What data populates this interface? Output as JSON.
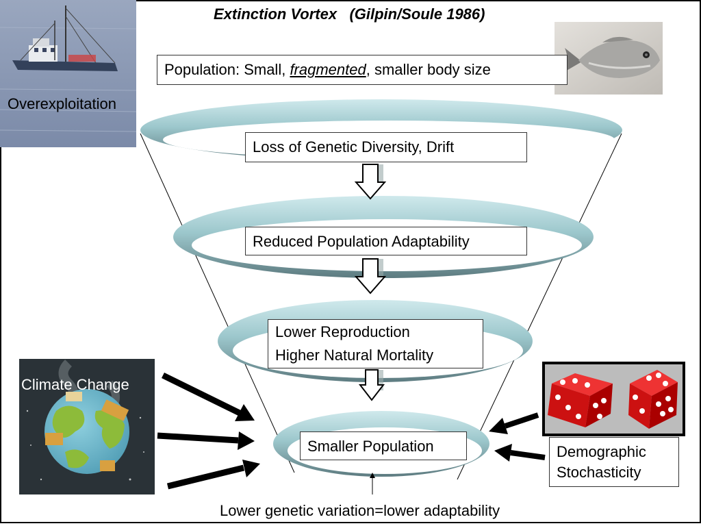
{
  "title": "Extinction Vortex   (Gilpin/Soule 1986)",
  "population": {
    "prefix": "Population: Small, ",
    "emphasis": "fragmented",
    "suffix": ", smaller body size"
  },
  "stages": [
    {
      "line1": "Loss of Genetic Diversity, Drift"
    },
    {
      "line1": "Reduced Population Adaptability"
    },
    {
      "line1": "Lower Reproduction",
      "line2": "Higher Natural Mortality"
    },
    {
      "line1": "Smaller Population"
    }
  ],
  "drivers": {
    "overexploitation": "Overexploitation",
    "climate": "Climate Change",
    "demographic_line1": "Demographic",
    "demographic_line2": "Stochasticity"
  },
  "footer": "Lower genetic variation=lower adaptability",
  "icons": [
    "fishing-boat-icon",
    "fish-icon",
    "earth-factories-icon",
    "dice-icon",
    "down-arrow-icon",
    "pointer-arrow-icon"
  ],
  "colors": {
    "ring_light": "#b9dde2",
    "ring_dark": "#5f7e84",
    "dice_red": "#cc1111",
    "sea": "#8c9bb5",
    "space": "#2a3237",
    "planet_water": "#76bfd3",
    "planet_land": "#8dbb3a"
  }
}
